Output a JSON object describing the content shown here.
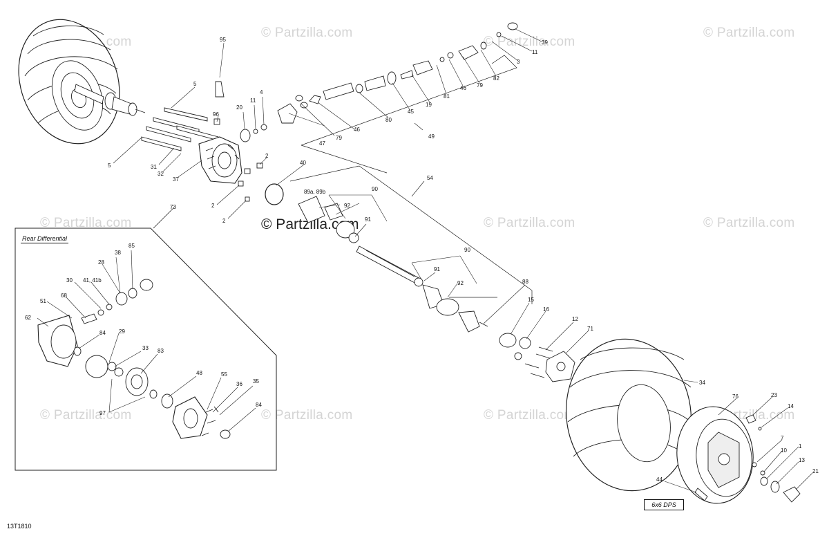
{
  "watermark": "© Partzilla.com",
  "center_watermark": "© Partzilla.com",
  "inset_title": "Rear Differential",
  "drawing_id": "13T1810",
  "model_note": "6x6 DPS",
  "callouts": [
    "95",
    "5",
    "96",
    "20",
    "11",
    "4",
    "5",
    "31",
    "32",
    "37",
    "2",
    "2",
    "2",
    "73",
    "40",
    "89a, 89b",
    "92",
    "90",
    "91",
    "54",
    "47",
    "79",
    "46",
    "80",
    "45",
    "19",
    "81",
    "46",
    "79",
    "82",
    "3",
    "11",
    "39",
    "49",
    "90",
    "91",
    "92",
    "88",
    "15",
    "16",
    "12",
    "71",
    "34",
    "76",
    "23",
    "14",
    "7",
    "10",
    "1",
    "13",
    "21",
    "44",
    "38",
    "85",
    "28",
    "41, 41b",
    "30",
    "68",
    "51",
    "62",
    "84",
    "29",
    "33",
    "83",
    "48",
    "55",
    "36",
    "35",
    "84",
    "97"
  ]
}
